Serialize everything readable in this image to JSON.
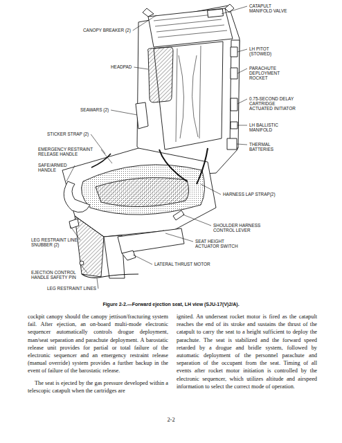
{
  "diagram": {
    "caption": "Figure 2-2.—Forward ejection seat, LH view (SJU-17(V)2/A).",
    "labels": [
      "CATAPULT MANIFOLD VALVE",
      "CANOPY BREAKER (2)",
      "LH PITOT (STOWED)",
      "HEADPAD",
      "PARACHUTE DEPLOYMENT ROCKET",
      "0.75-SECOND DELAY CARTRIDGE ACTUATED INITIATOR",
      "SEAWARS (2)",
      "LH BALLISTIC MANIFOLD",
      "STICKER STRAP (2)",
      "THERMAL BATTERIES",
      "EMERGENCY RESTRAINT RELEASE HANDLE",
      "SAFE/ARMED HANDLE",
      "HARNESS LAP STRAP(2)",
      "SHOULDER HARNESS CONTROL LEVER",
      "LEG RESTRAINT LINE SNUBBER (2)",
      "SEAT HEIGHT ACTUATOR SWITCH",
      "LATERAL THRUST MOTOR",
      "EJECTION CONTROL HANDLE SAFETY PIN",
      "LEG RESTRAINT LINES",
      "cockpit canopy should the canopy jettison/fracturing system fail. After ejection, an on-board multi-mode electronic sequencer automatically controls drogue deployment, man/seat separation and parachute deployment. A barostatic release unit provides for partial or total failure of the electronic sequencer and an emergency restraint release (manual override) system provides a further backup in the event of failure of the barostatic release.",
      "The seat is ejected by the gas pressure developed within a telescopic catapult when the cartridges are",
      "ignited. An underseat rocket motor is fired as the catapult reaches the end of its stroke and sustains the thrust of the catapult to carry the seat to a height sufficient to deploy the parachute. The seat is stabilized and the forward speed retarded by a drogue and bridle system, followed by automatic deployment of the personnel parachute and separation of the occupant from the seat. Timing of all events after rocket motor initiation is controlled by the electronic sequencer, which utilizes altitude and airspeed information to select the correct mode of operation.",
      "2-2"
    ]
  }
}
